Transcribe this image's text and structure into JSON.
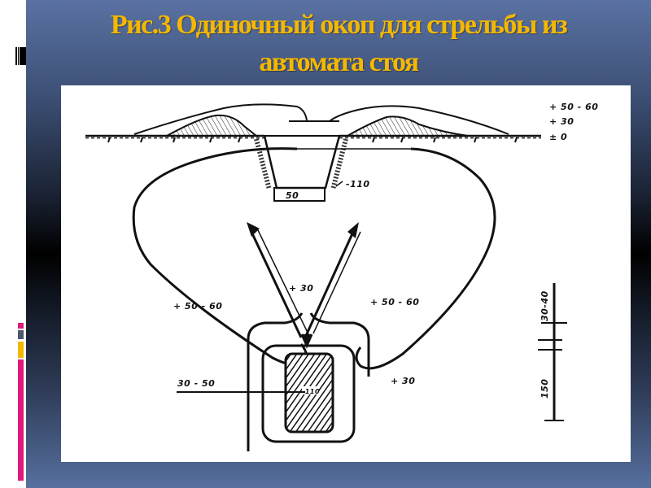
{
  "slide": {
    "title_line1": "Рис.3  Одиночный окоп для стрельбы из",
    "title_line2": "автомата стоя",
    "title_color": "#f5b800",
    "background_gradient": [
      "#5a72a3",
      "#000000",
      "#56709f"
    ]
  },
  "decorations": {
    "left_bars": [
      {
        "color": "#000000",
        "name": "barcode"
      },
      {
        "color": "#e0197a",
        "name": "small-pink"
      },
      {
        "color": "#4b5a6e",
        "name": "gray"
      },
      {
        "color": "#f5b800",
        "name": "orange"
      },
      {
        "color": "#e0197a",
        "name": "long-pink"
      }
    ]
  },
  "diagram": {
    "section_view": {
      "level_labels": [
        "+ 50 - 60",
        "+ 30",
        "± 0"
      ],
      "depth_label": "-110",
      "bottom_width_label": "50"
    },
    "plan_view": {
      "parapet_left_label": "+ 50 - 60",
      "parapet_right_label": "+ 50 - 60",
      "front_label": "+ 30",
      "side_label": "+ 30",
      "inner_label": "30 - 50",
      "pit_label": "-110",
      "dimension_top": "30-40",
      "dimension_bottom": "150"
    }
  }
}
